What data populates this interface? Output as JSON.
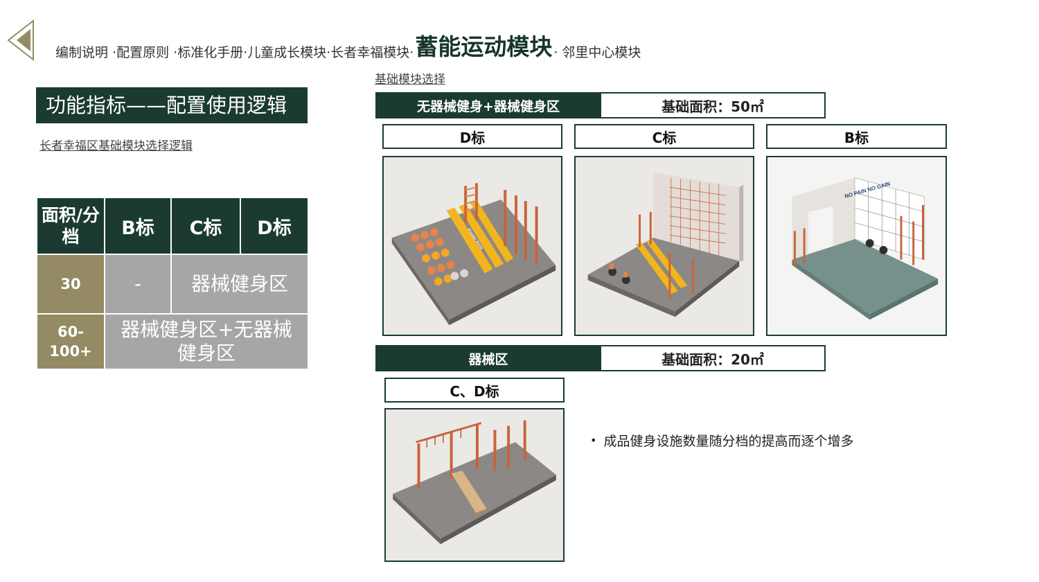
{
  "nav": {
    "items": [
      "编制说明 · ",
      "配置原则 · ",
      "标准化手册· ",
      "儿童成长模块· ",
      "长者幸福模块· "
    ],
    "active": "蓄能运动模块",
    "after": "· 邻里中心模块"
  },
  "left": {
    "section_title": "功能指标——配置使用逻辑",
    "subtitle": "长者幸福区基础模块选择逻辑",
    "table": {
      "header": [
        "面积/分档",
        "B标",
        "C标",
        "D标"
      ],
      "rows": [
        {
          "label": "30",
          "b": "-",
          "cd": "器械健身区"
        },
        {
          "label": "60-100+",
          "bcd": "器械健身区+无器械健身区"
        }
      ]
    }
  },
  "right": {
    "title": "基础模块选择",
    "module1": {
      "name": "无器械健身+器械健身区",
      "area": "基础面积：50㎡",
      "grades": [
        "D标",
        "C标",
        "B标"
      ]
    },
    "module2": {
      "name": "器械区",
      "area": "基础面积：20㎡",
      "grades": [
        "C、D标"
      ]
    },
    "note": "成品健身设施数量随分档的提高而逐个增多",
    "floor_text": "Power Area",
    "wall_text": "NO PAIN NO GAIN"
  },
  "colors": {
    "dark_green": "#1b3a31",
    "olive": "#948a64",
    "gray": "#a6a6a6",
    "orange": "#e8834a",
    "yellow": "#f2b51d"
  }
}
